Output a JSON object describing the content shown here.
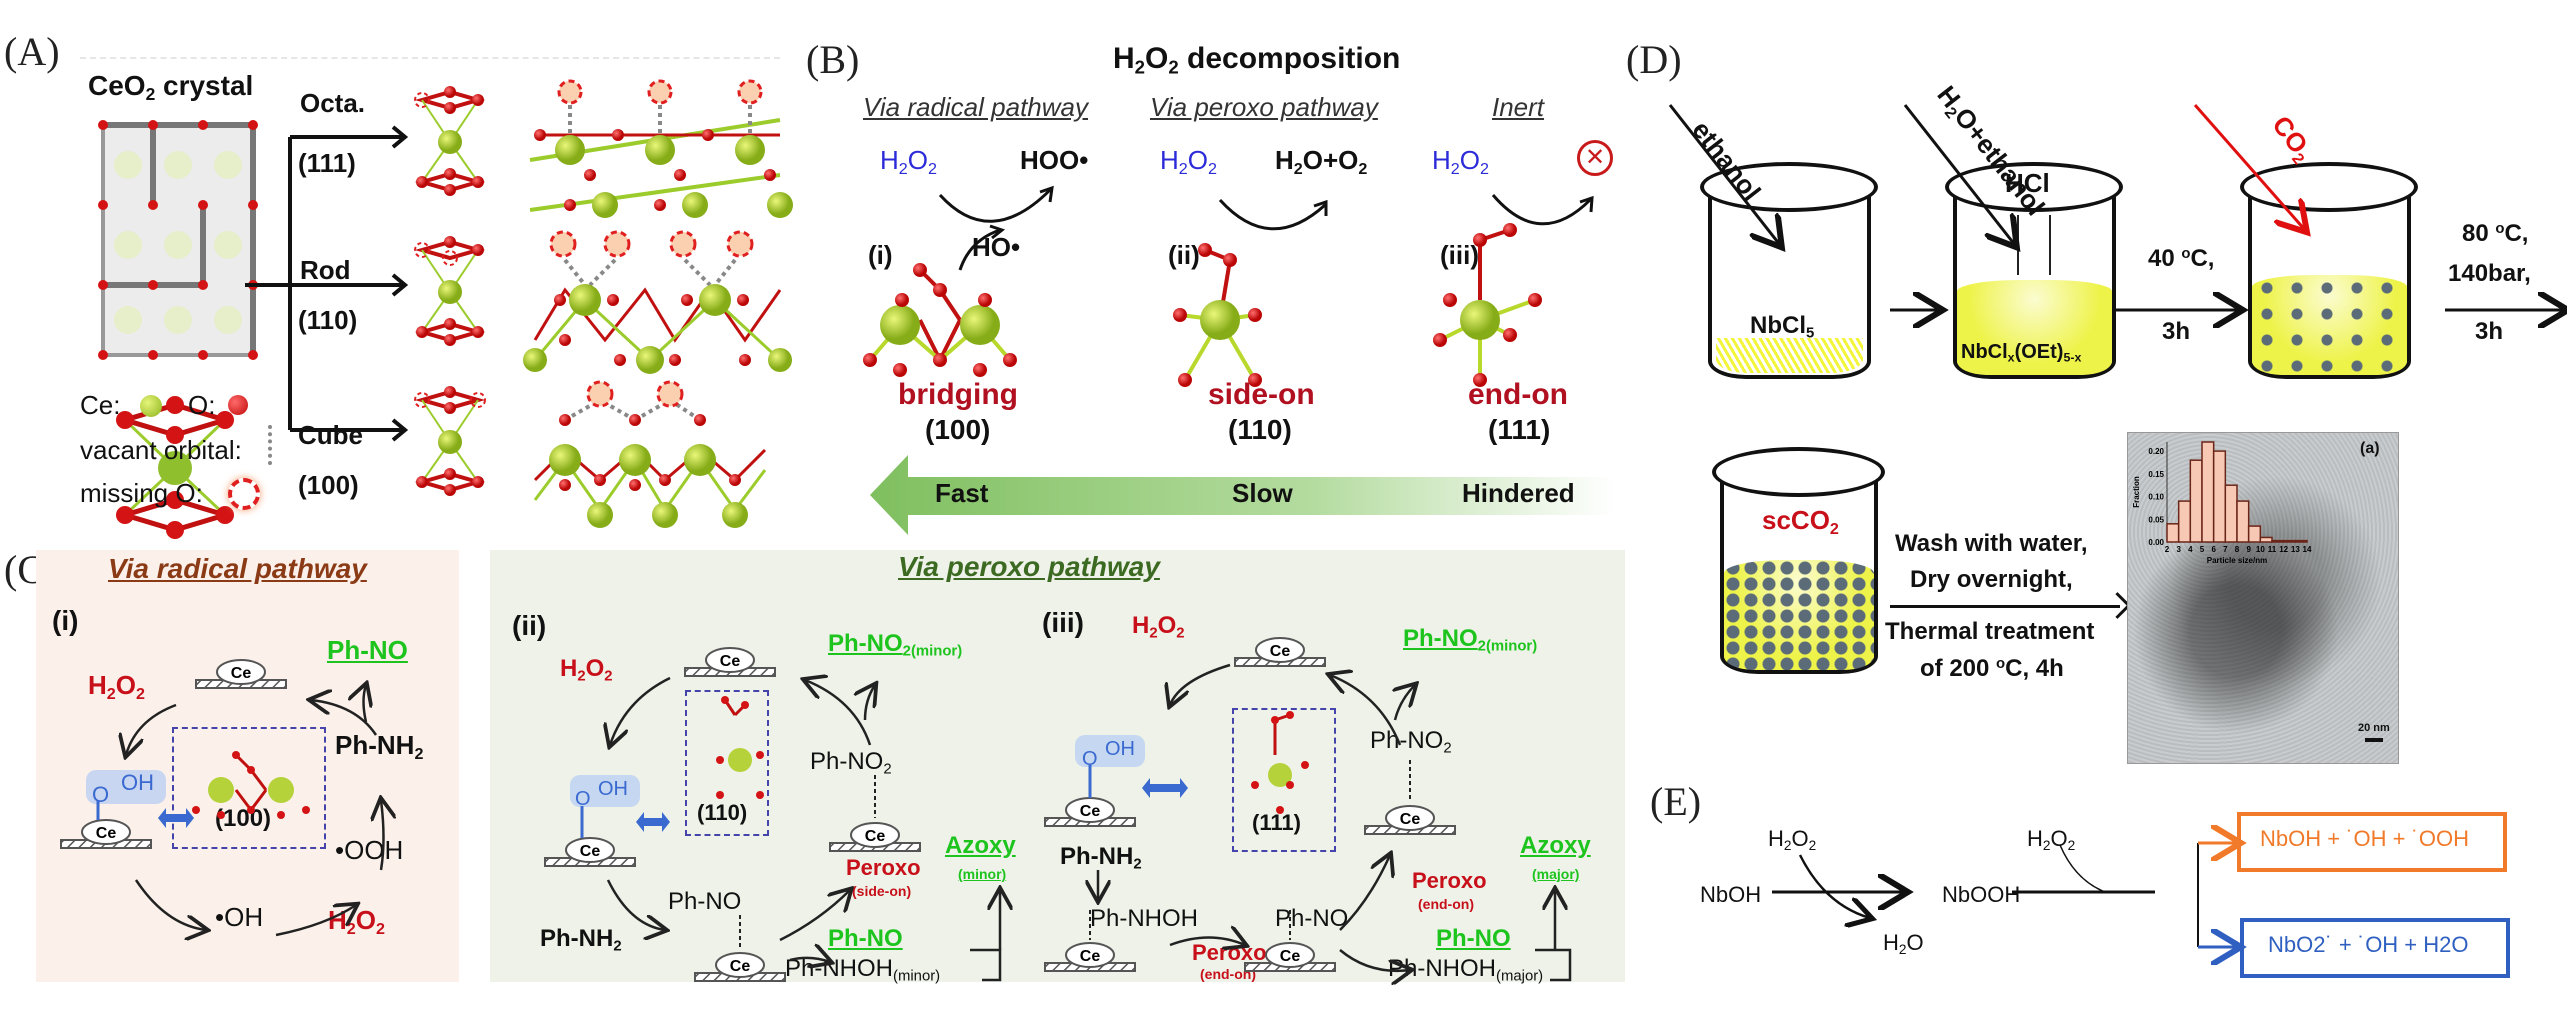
{
  "panels": {
    "A": {
      "label": "(A)",
      "title": "CeO",
      "title_sub": "2",
      "title_rest": " crystal",
      "facets": [
        {
          "shape": "Octa.",
          "plane": "(111)"
        },
        {
          "shape": "Rod",
          "plane": "(110)"
        },
        {
          "shape": "Cube",
          "plane": "(100)"
        }
      ],
      "legend": {
        "ce": "Ce:",
        "o": "O:",
        "vacant": "vacant orbital:",
        "missing": "missing O:"
      },
      "colors": {
        "ce": "#a8c81e",
        "o": "#d41414",
        "missing_o": "#f05a28"
      }
    },
    "B": {
      "label": "(B)",
      "title_pre": "H",
      "title_sub1": "2",
      "title_mid": "O",
      "title_sub2": "2",
      "title_post": " decomposition",
      "columns": [
        {
          "pathway": "Via radical pathway",
          "reactant": "H2O2",
          "product": "HOO•",
          "side_product": "HO•",
          "index": "(i)",
          "mode": "bridging",
          "plane": "(100)"
        },
        {
          "pathway": "Via peroxo pathway",
          "reactant": "H2O2",
          "product": "H2O+O2",
          "index": "(ii)",
          "mode": "side-on",
          "plane": "(110)"
        },
        {
          "pathway": "Inert",
          "reactant": "H2O2",
          "product": "⊗",
          "index": "(iii)",
          "mode": "end-on",
          "plane": "(111)"
        }
      ],
      "rate_bar": {
        "fast": "Fast",
        "slow": "Slow",
        "hindered": "Hindered",
        "color": "#7fbf5f"
      }
    },
    "C": {
      "label": "(C)",
      "radical": {
        "title": "Via radical pathway",
        "index": "(i)",
        "bg": "#fbf1ea",
        "h2o2_top": "H2O2",
        "h2o2_bottom": "H2O2",
        "product": "Ph-NO",
        "amine": "Ph-NH2",
        "ooh": "•OOH",
        "oh": "•OH",
        "plane": "(100)",
        "ce": "Ce",
        "adsorbate": "O-OH"
      },
      "peroxo": {
        "title": "Via peroxo pathway",
        "bg": "#eef2e8",
        "cycles": [
          {
            "index": "(ii)",
            "h2o2": "H2O2",
            "plane": "(110)",
            "amine": "Ph-NH2",
            "intermediate": "Ph-NO",
            "nitro_adsorbed": "Ph-NO2",
            "nitro_product": "Ph-NO2(minor)",
            "peroxo": "Peroxo",
            "peroxo_mode": "(side-on)",
            "nitroso_product": "Ph-NO",
            "hydroxylamine": "Ph-NHOH(minor)",
            "azoxy": "Azoxy",
            "azoxy_amount": "(minor)"
          },
          {
            "index": "(iii)",
            "h2o2": "H2O2",
            "plane": "(111)",
            "amine": "Ph-NH2",
            "hydroxylamine_adsorbed": "Ph-NHOH",
            "peroxo_bottom": "Peroxo",
            "peroxo_bottom_mode": "(end-on)",
            "intermediate": "Ph-NO",
            "nitro_adsorbed": "Ph-NO2",
            "nitro_product": "Ph-NO2(minor)",
            "peroxo": "Peroxo",
            "peroxo_mode": "(end-on)",
            "nitroso_product": "Ph-NO",
            "hydroxylamine": "Ph-NHOH(major)",
            "azoxy": "Azoxy",
            "azoxy_amount": "(major)"
          }
        ]
      }
    },
    "D": {
      "label": "(D)",
      "steps": {
        "reagent1": "ethanol",
        "reagent2": "H2O+ethanol",
        "reagent3": "CO2",
        "beaker1": "NbCl5",
        "beaker2_gas": "HCl",
        "beaker2": "NbClx(OEt)5-x",
        "cond1_a": "40 °C,",
        "cond1_b": "3h",
        "cond2_a": "80 °C,",
        "cond2_b": "140bar,",
        "cond2_c": "3h",
        "beaker4": "scCO2",
        "cond3_a": "Wash with water,",
        "cond3_b": "Dry overnight,",
        "cond3_c": "Thermal treatment",
        "cond3_d": "of 200 °C, 4h",
        "tem_tag": "(a)",
        "scale_bar": "20 nm"
      },
      "colors": {
        "liquid": "#f2f55a",
        "particle": "#5b6b78",
        "co2_arrow": "#e01010"
      }
    },
    "E": {
      "label": "(E)",
      "start": "NbOH",
      "reagent1": "H2O2",
      "byproduct": "H2O",
      "intermediate": "NbOOH",
      "reagent2": "H2O2",
      "product1": "NbOH + ˙OH + ˙OOH",
      "product2": "NbO2˙ + ˙OH + H2O",
      "colors": {
        "product1": "#f07a2a",
        "product2": "#2f5fc0"
      }
    }
  },
  "chart_data": {
    "type": "bar",
    "title": "",
    "xlabel": "Particle size/nm",
    "ylabel": "Fraction",
    "categories": [
      "2-3",
      "3-4",
      "4-5",
      "5-6",
      "6-7",
      "7-8",
      "8-9",
      "9-10",
      "10-11",
      "11-12",
      "12-13",
      "13-14"
    ],
    "x_ticks": [
      "2",
      "3",
      "4",
      "5",
      "6",
      "7",
      "8",
      "9",
      "10",
      "11",
      "12",
      "13",
      "14"
    ],
    "y_ticks": [
      "0.00",
      "0.05",
      "0.10",
      "0.15",
      "0.20"
    ],
    "values": [
      0.04,
      0.09,
      0.18,
      0.22,
      0.2,
      0.125,
      0.09,
      0.035,
      0.01,
      0.003,
      0.003,
      0.003
    ],
    "ylim": [
      0,
      0.22
    ],
    "grid": false,
    "bar_color": "#f7c9b4",
    "edge_color": "#6b2418"
  }
}
